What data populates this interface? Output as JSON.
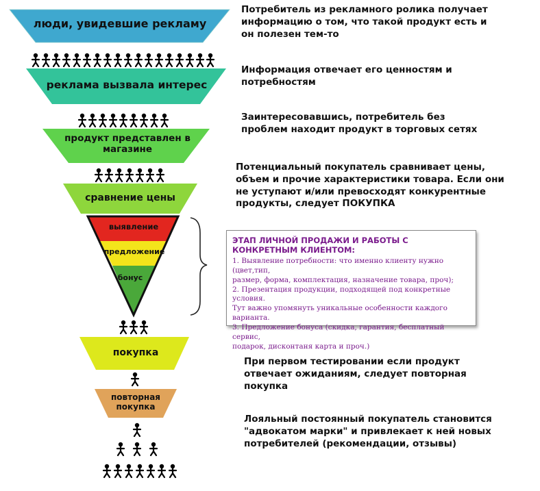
{
  "stages": [
    {
      "label": "люди, увидевшие рекламу",
      "color": "#3fa8cf"
    },
    {
      "label": "реклама вызвала интерес",
      "color": "#33c39a"
    },
    {
      "label": "продукт представлен в магазине",
      "color": "#5fd24c"
    },
    {
      "label": "сравнение цены",
      "color": "#8ed63c"
    },
    {
      "label": "покупка",
      "color": "#dde81c"
    },
    {
      "label": "повторная покупка",
      "color": "#e0a35a"
    }
  ],
  "triangle": [
    {
      "label": "выявление",
      "color": "#e2261f"
    },
    {
      "label": "предложение",
      "color": "#f3e41b"
    },
    {
      "label": "бонус",
      "color": "#4aa83a"
    }
  ],
  "descriptions": [
    {
      "lines": [
        "Потребитель из рекламного ролика получает",
        "информацию о том, что такой продукт есть и",
        "он полезен тем-то"
      ]
    },
    {
      "lines": [
        "Информация отвечает его ценностям и",
        "потребностям"
      ]
    },
    {
      "lines": [
        "Заинтересовавшись, потребитель без",
        "проблем находит продукт в торговых сетях"
      ]
    },
    {
      "lines": [
        "Потенциальный покупатель сравнивает цены,",
        "объем и прочие характеристики товара. Если они",
        "не уступают и/или превосходят  конкурентные",
        "продукты, следует ПОКУПКА"
      ]
    },
    {
      "lines": [
        "При первом тестировании если продукт",
        "отвечает ожиданиям, следует повторная",
        "покупка"
      ]
    },
    {
      "lines": [
        "Лояльный постоянный покупатель становится",
        "\"адвокатом марки\" и привлекает к ней новых",
        "потребителей (рекомендации, отзывы)"
      ]
    }
  ],
  "box": {
    "title": "ЭТАП ЛИЧНОЙ ПРОДАЖИ И РАБОТЫ С КОНКРЕТНЫМ КЛИЕНТОМ:",
    "items": [
      {
        "lines": [
          "1. Выявление потребности: что именно клиенту нужно (цвет,тип,",
          "размер, форма, комплектация, назначение товара, проч);"
        ]
      },
      {
        "lines": [
          "2. Презентация продукции, подходящей под конкретные условия.",
          "Тут важно упомянуть уникальные особенности каждого",
          "варианта."
        ]
      },
      {
        "lines": [
          "3. Предложение бонуса (скидка, гарантия, бесплатный сервис,",
          "подарок, дисконтаня карта и проч.)"
        ]
      }
    ]
  },
  "colors": {
    "figure": "#000000",
    "box_text": "#7a1b8c"
  },
  "icons": [
    "stick-figure-icon",
    "curly-brace-icon"
  ]
}
